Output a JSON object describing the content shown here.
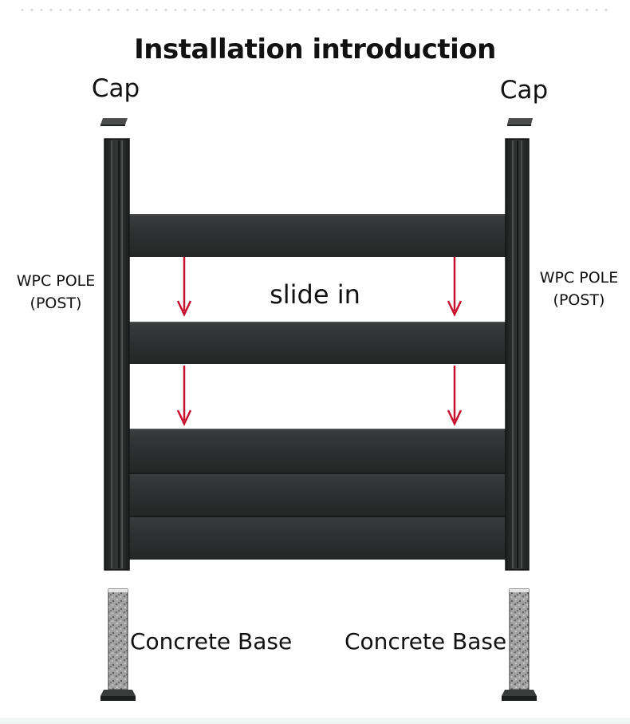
{
  "title": "Installation introduction",
  "labels": {
    "cap_left": "Cap",
    "cap_right": "Cap",
    "pole_left_line1": "WPC POLE",
    "pole_left_line2": "(POST)",
    "pole_right_line1": "WPC POLE",
    "pole_right_line2": "(POST)",
    "slide_in": "slide in",
    "base_left": "Concrete Base",
    "base_right": "Concrete Base"
  },
  "colors": {
    "panel": "#2f3132",
    "post": "#262828",
    "arrow": "#c8102e",
    "concrete": "#9a9a9a"
  }
}
